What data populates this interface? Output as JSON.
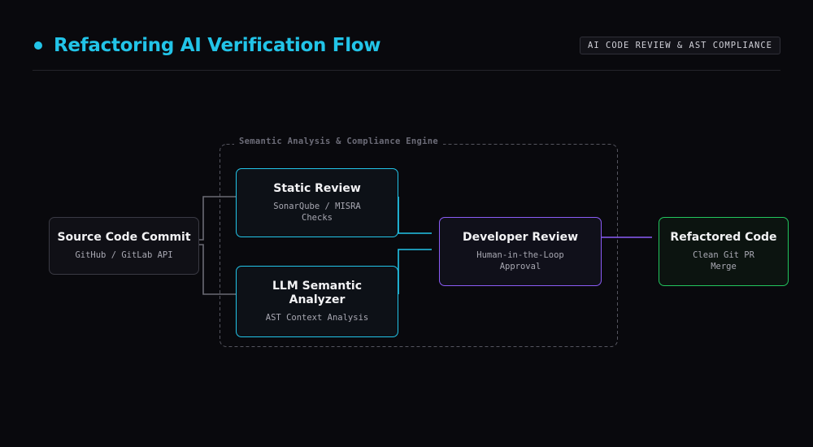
{
  "header": {
    "title": "Refactoring AI Verification Flow",
    "tag": "AI CODE REVIEW & AST COMPLIANCE"
  },
  "group": {
    "label": "Semantic Analysis & Compliance Engine"
  },
  "nodes": {
    "source": {
      "title": "Source Code Commit",
      "subtitle": "GitHub / GitLab API"
    },
    "static_review": {
      "title": "Static Review",
      "subtitle": "SonarQube / MISRA Checks"
    },
    "llm": {
      "title": "LLM Semantic Analyzer",
      "subtitle": "AST Context Analysis"
    },
    "developer": {
      "title": "Developer Review",
      "subtitle": "Human-in-the-Loop Approval"
    },
    "refactored": {
      "title": "Refactored Code",
      "subtitle": "Clean Git PR Merge"
    }
  },
  "colors": {
    "accent_cyan": "#22c4e8",
    "accent_purple": "#8b5cf6",
    "accent_green": "#22c55e",
    "neutral_edge": "#6b6b74",
    "background": "#09090d"
  }
}
